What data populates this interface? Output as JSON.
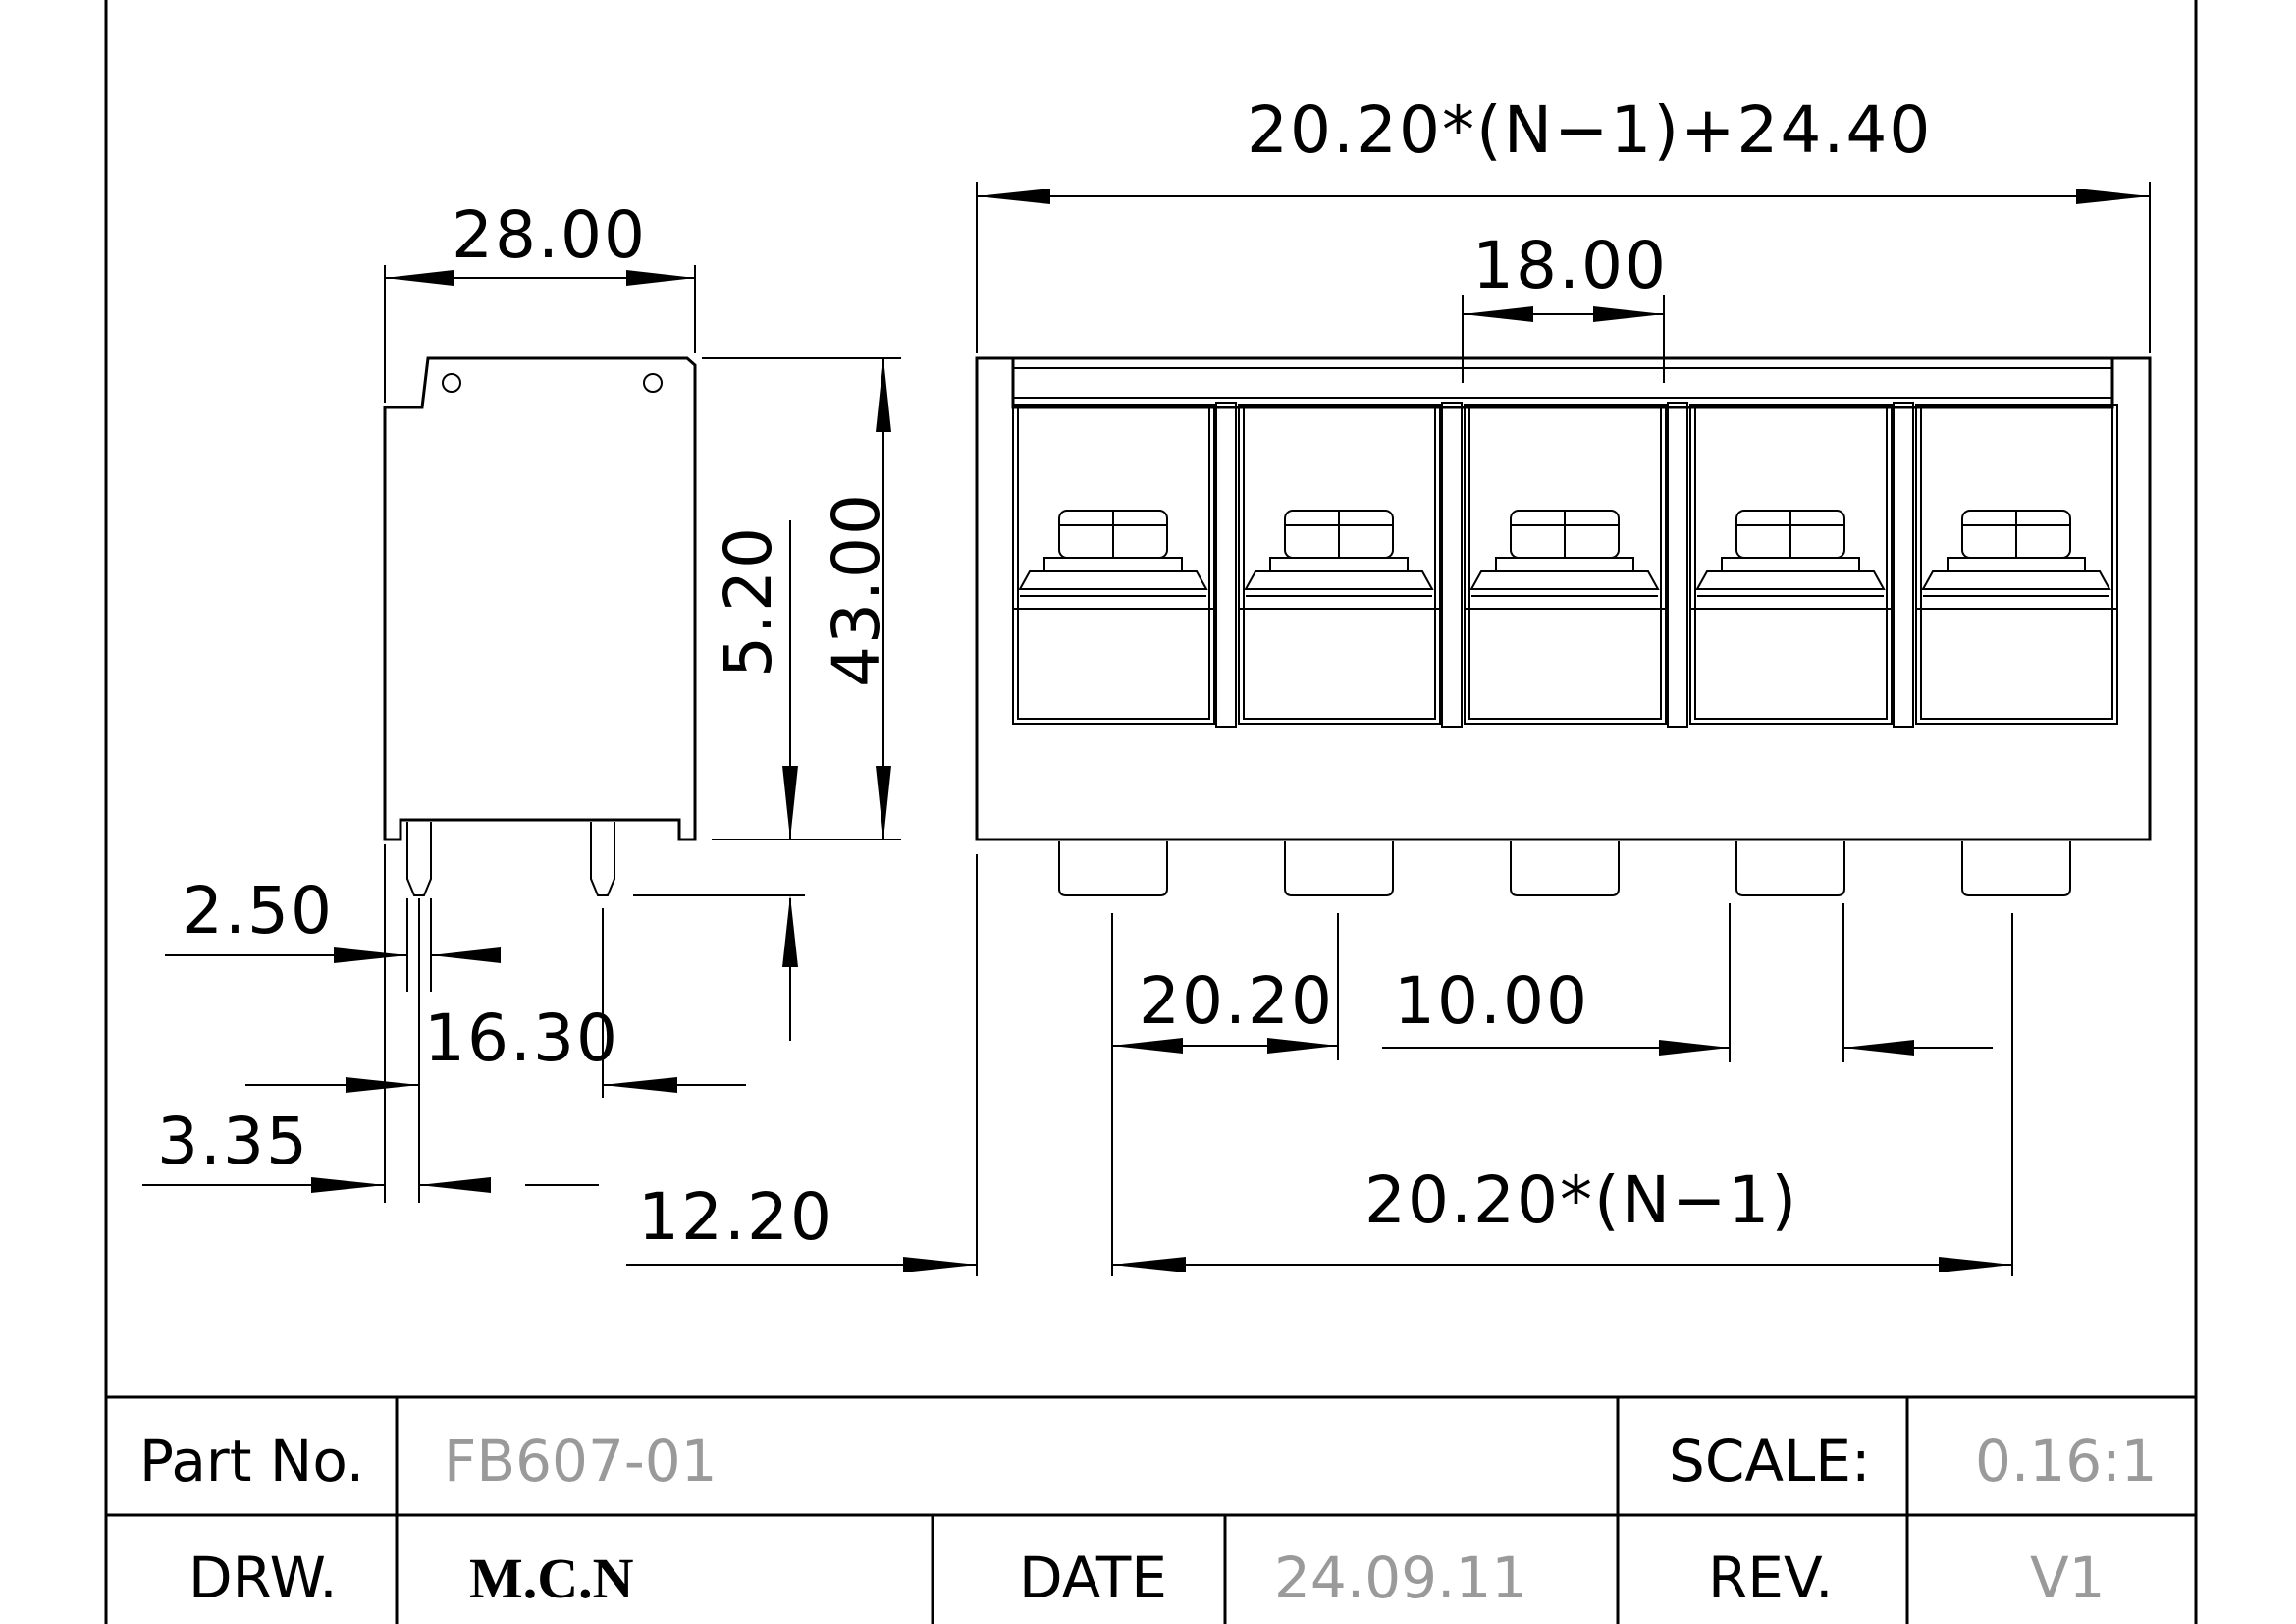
{
  "dimensions": {
    "overall_width": "20.20*(N−1)+24.40",
    "gap_18": "18.00",
    "side_width": "28.00",
    "pin_5_20": "5.20",
    "height_43": "43.00",
    "d_2_50": "2.50",
    "d_16_30": "16.30",
    "d_3_35": "3.35",
    "d_12_20": "12.20",
    "pitch_20_20": "20.20",
    "d_10_00": "10.00",
    "span": "20.20*(N−1)"
  },
  "title_block": {
    "part_no_label": "Part No.",
    "part_no_value": "FB607-01",
    "scale_label": "SCALE:",
    "scale_value": "0.16:1",
    "drw_label": "DRW.",
    "drw_value": "M.C.N",
    "date_label": "DATE",
    "date_value": "24.09.11",
    "rev_label": "REV.",
    "rev_value": "V1"
  },
  "terminal_count": 5
}
